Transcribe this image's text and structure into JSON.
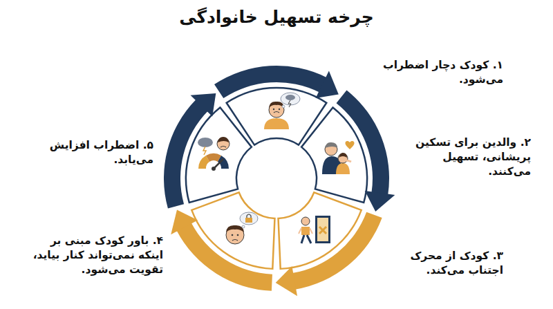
{
  "diagram": {
    "title": "چرخه تسهیل خانوادگی",
    "labels": [
      "۱. کودک دچار اضطراب می‌شود.",
      "۲. والدین برای تسکین پریشانی، تسهیل می‌کنند.",
      "۳. کودک از محرک اجتناب می‌کند.",
      "۴. باور کودک مبنی بر اینکه نمی‌تواند کنار بیاید، تقویت می‌شود.",
      "۵. اضطراب افزایش می‌یابد."
    ]
  }
}
